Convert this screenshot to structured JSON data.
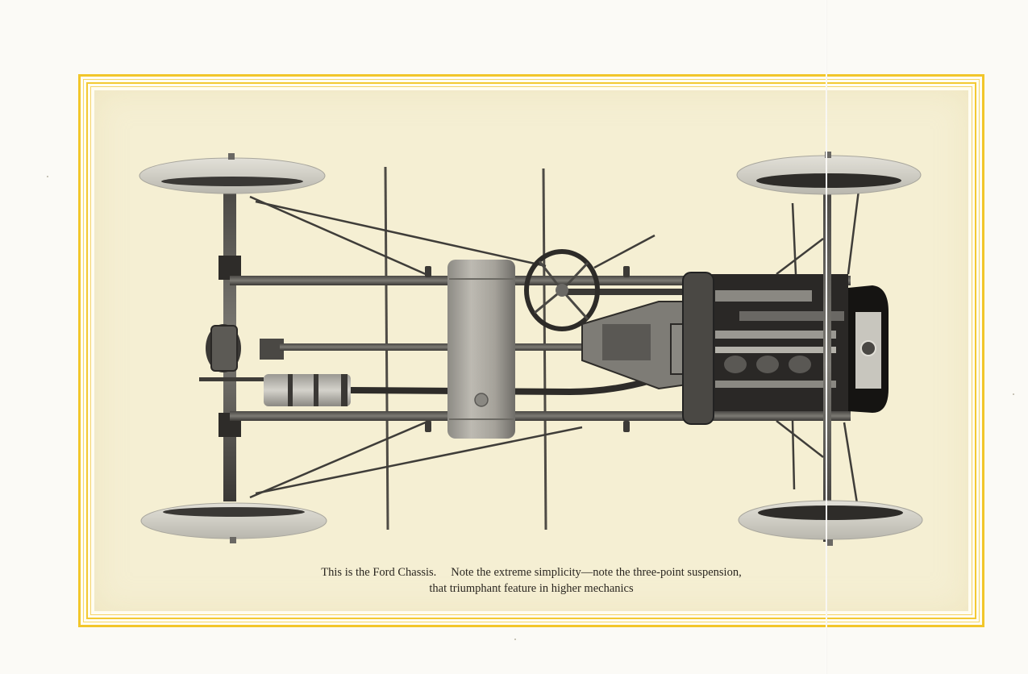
{
  "page": {
    "type": "catalog-plate",
    "background": "#fbfaf6",
    "border_color": "#f2c62a",
    "plate_color": "#f5efd3"
  },
  "illustration": {
    "subject": "Ford chassis, top view",
    "parts": [
      "rear-wheel-left",
      "rear-wheel-right",
      "front-wheel-left",
      "front-wheel-right",
      "rear-axle",
      "differential",
      "muffler",
      "fuel-tank",
      "steering-wheel",
      "transmission",
      "engine",
      "radiator",
      "frame-rails",
      "brake-rods",
      "running-board-brackets"
    ]
  },
  "caption": {
    "line1_lead": "This is the Ford Chassis.",
    "line1_rest": "Note the extreme simplicity—note the three-point suspension,",
    "line2": "that triumphant feature in higher mechanics"
  }
}
